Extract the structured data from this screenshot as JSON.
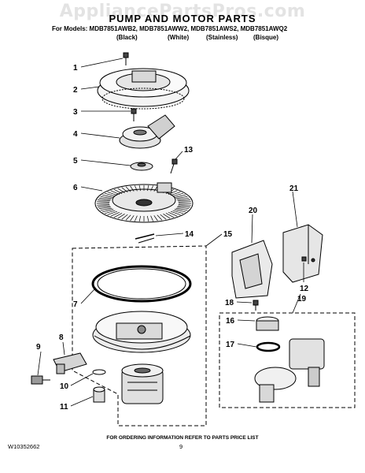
{
  "watermark": "AppliancePartsPros.com",
  "title": "PUMP AND MOTOR PARTS",
  "models_line": "For Models: MDB7851AWB2, MDB7851AWW2, MDB7851AWS2, MDB7851AWQ2",
  "finishes": [
    "(Black)",
    "(White)",
    "(Stainless)",
    "(Bisque)"
  ],
  "callouts": [
    "1",
    "2",
    "3",
    "4",
    "5",
    "6",
    "13",
    "14",
    "15",
    "7",
    "8",
    "9",
    "10",
    "11",
    "21",
    "20",
    "12",
    "18",
    "19",
    "16",
    "17"
  ],
  "footer_note": "FOR ORDERING INFORMATION REFER TO PARTS PRICE LIST",
  "doc_number": "W10352662",
  "page_number": "9"
}
